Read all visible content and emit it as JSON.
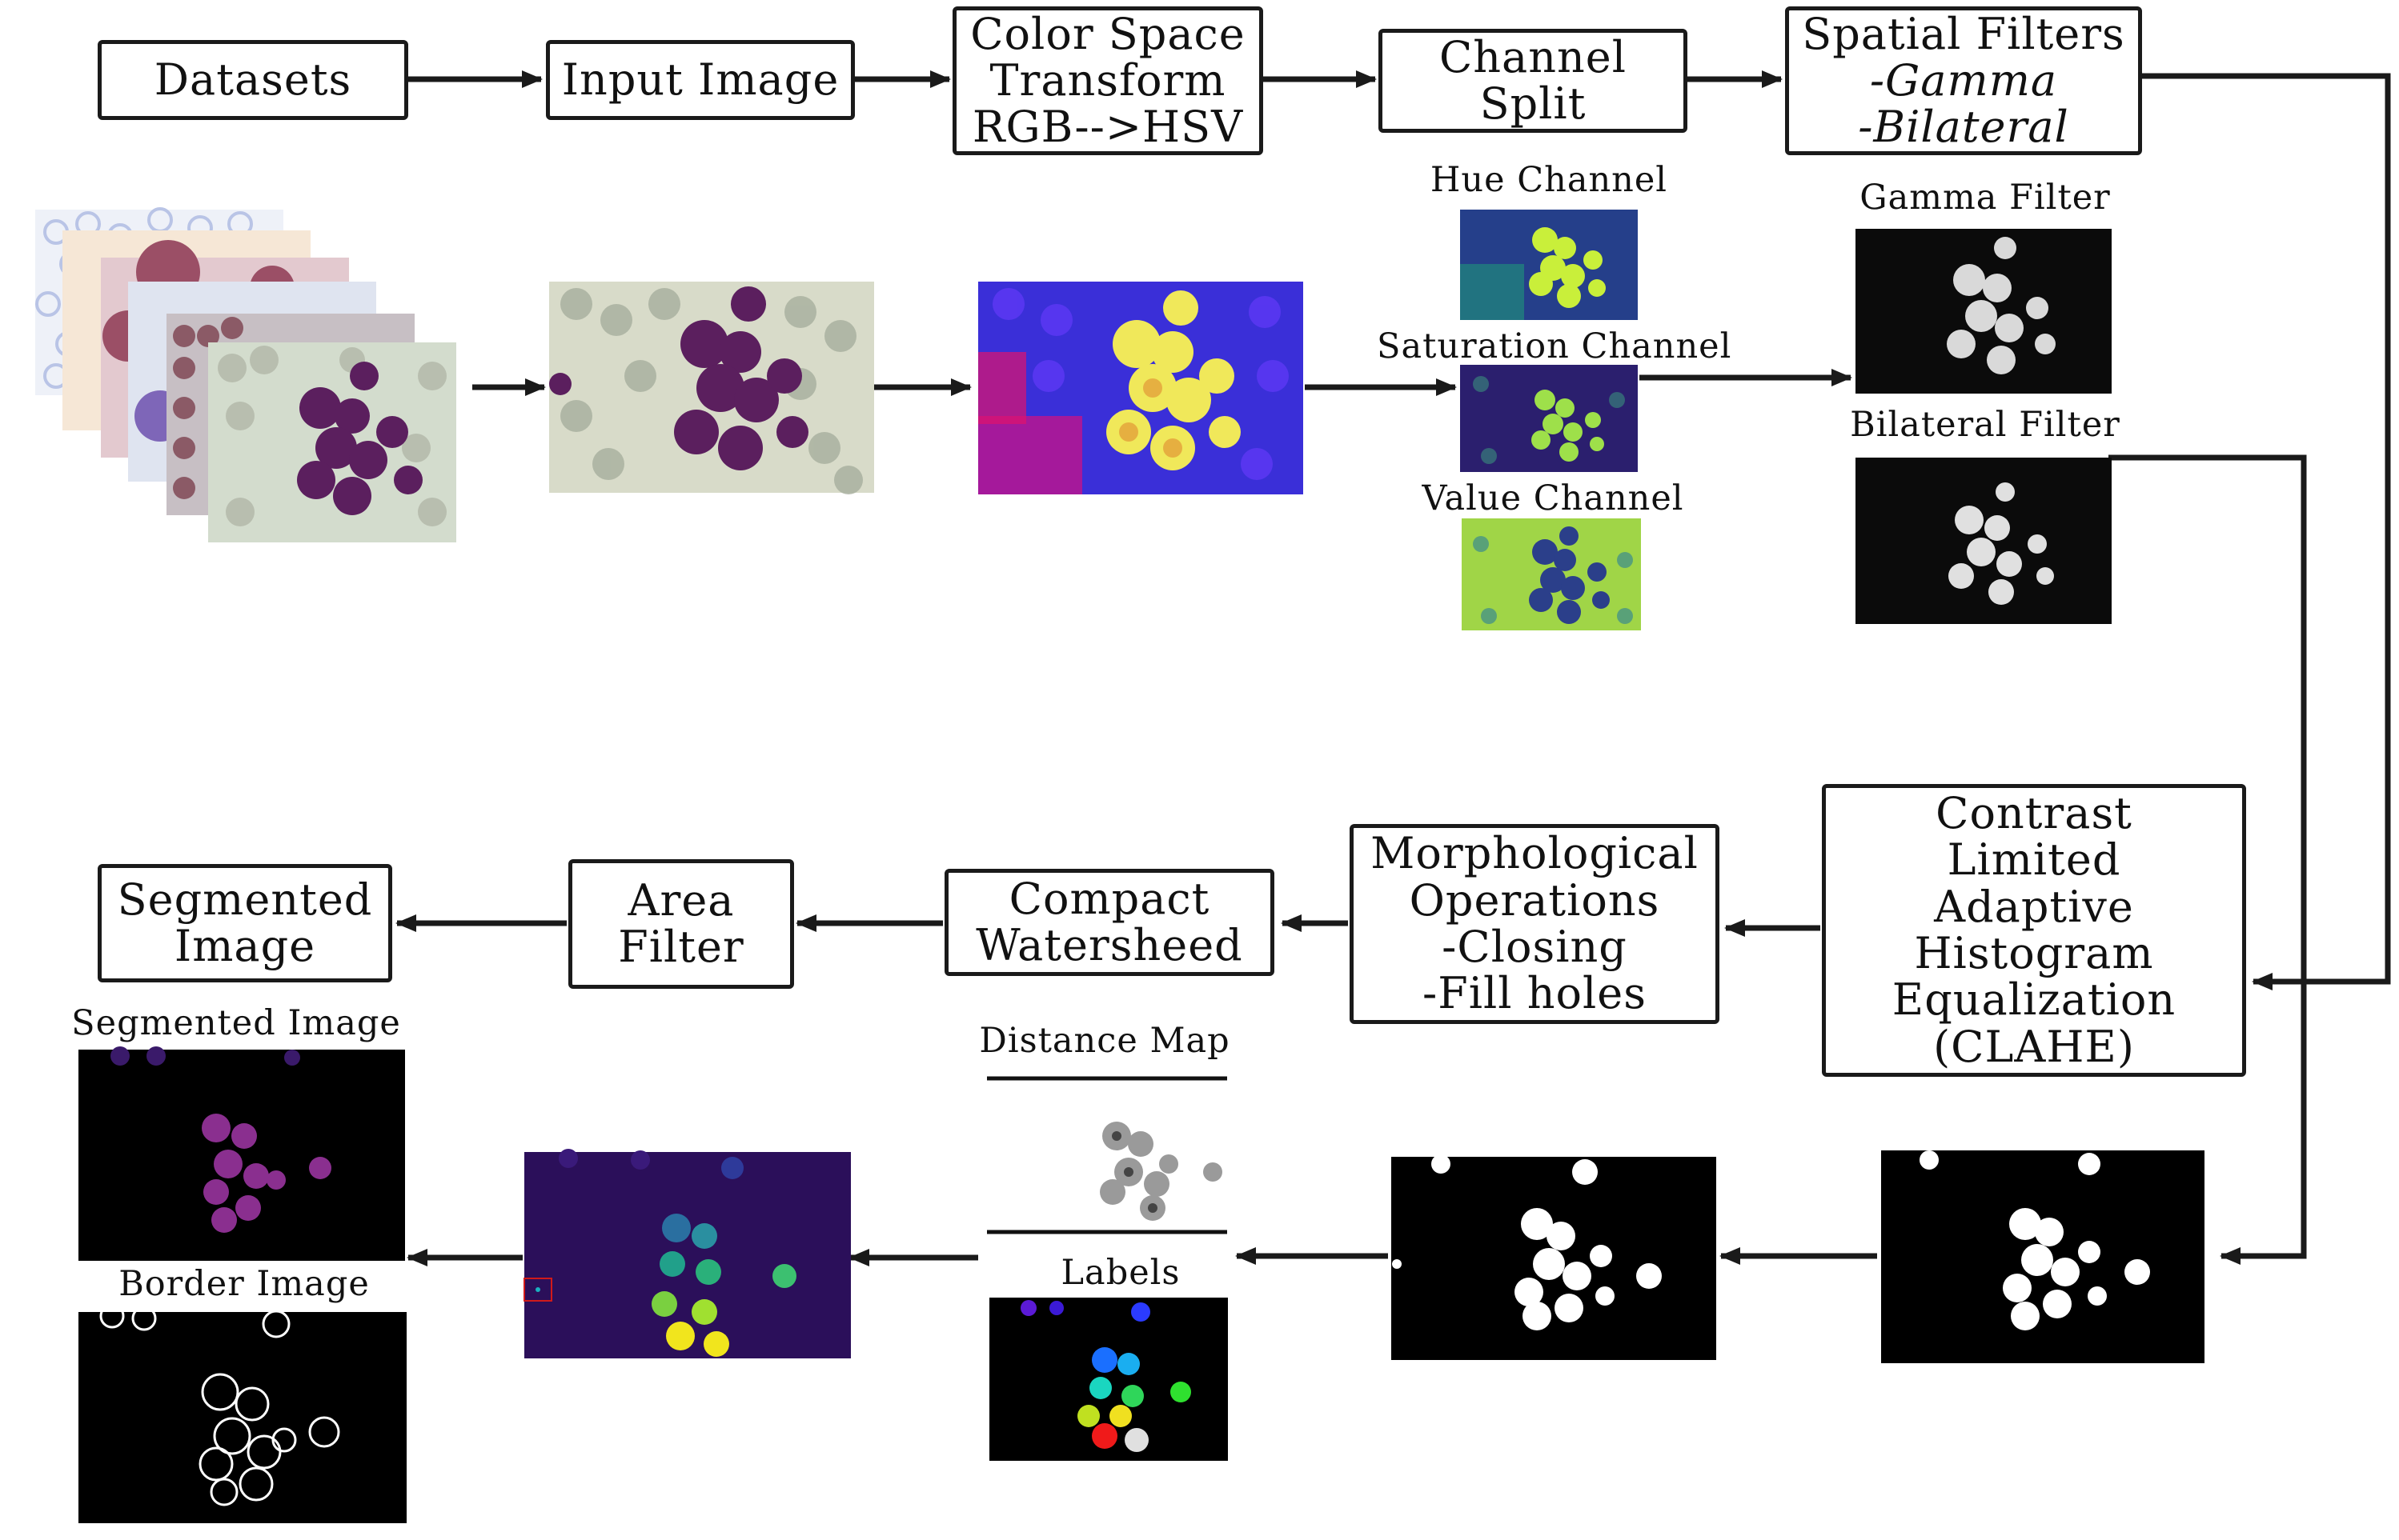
{
  "boxes": {
    "datasets": "Datasets",
    "input_image": "Input Image",
    "color_space": [
      "Color Space",
      "Transform",
      "RGB-->HSV"
    ],
    "channel_split": [
      "Channel",
      "Split"
    ],
    "spatial_filters": [
      "Spatial Filters",
      "-Gamma",
      "-Bilateral"
    ],
    "clahe": [
      "Contrast",
      "Limited",
      "Adaptive",
      "Histogram",
      "Equalization",
      "(CLAHE)"
    ],
    "morphological": [
      "Morphological",
      "Operations",
      "-Closing",
      "-Fill holes"
    ],
    "compact_watershed": [
      "Compact",
      "Watersheed"
    ],
    "area_filter": [
      "Area",
      "Filter"
    ],
    "segmented_image": [
      "Segmented",
      "Image"
    ]
  },
  "captions": {
    "hue": "Hue Channel",
    "saturation": "Saturation Channel",
    "value": "Value Channel",
    "gamma": "Gamma Filter",
    "bilateral": "Bilateral Filter",
    "distance_map": "Distance Map",
    "labels": "Labels",
    "segmented": "Segmented Image",
    "border": "Border Image"
  },
  "colors": {
    "line": "#1a1a1a",
    "cell_purple": "#5b1f5e",
    "hsv_blue": "#3a2fd8",
    "hsv_yellow": "#f0e85a",
    "viridis_dark": "#2b0f5a",
    "viridis_yellow": "#f1e51d"
  }
}
